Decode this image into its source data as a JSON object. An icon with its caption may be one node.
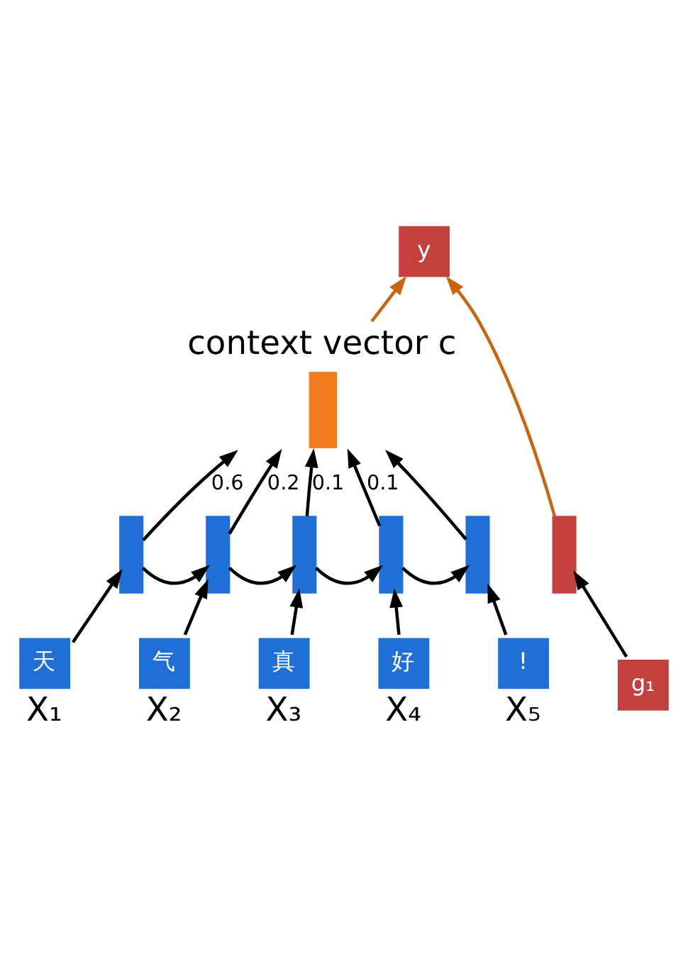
{
  "diagram": {
    "nodes": [
      {
        "text": [
          "context vector c"
        ]
      },
      {
        "text": [
          "y"
        ]
      },
      {
        "text": [],
        "shape": "bar"
      },
      {
        "text": [],
        "shape": "bar"
      },
      {
        "text": [],
        "shape": "bar"
      },
      {
        "text": [],
        "shape": "bar"
      },
      {
        "text": [],
        "shape": "bar"
      },
      {
        "text": [],
        "shape": "bar"
      },
      {
        "text": [
          "天"
        ],
        "beside": [
          "X₁"
        ]
      },
      {
        "text": [
          "气"
        ],
        "beside": [
          "X₂"
        ]
      },
      {
        "text": [
          "真"
        ],
        "beside": [
          "X₃"
        ]
      },
      {
        "text": [
          "好"
        ],
        "beside": [
          "X₄"
        ]
      },
      {
        "text": [
          "!"
        ],
        "beside": [
          "X₅"
        ]
      },
      {
        "text": [
          "g₁"
        ]
      }
    ],
    "edges": [
      {
        "from": 8,
        "to": 2,
        "arrow": "to"
      },
      {
        "from": 9,
        "to": 3,
        "arrow": "to"
      },
      {
        "from": 10,
        "to": 4,
        "arrow": "to"
      },
      {
        "from": 11,
        "to": 5,
        "arrow": "to"
      },
      {
        "from": 12,
        "to": 6,
        "arrow": "to"
      },
      {
        "from": 2,
        "to": 3,
        "arrow": "to"
      },
      {
        "from": 3,
        "to": 4,
        "arrow": "to"
      },
      {
        "from": 4,
        "to": 5,
        "arrow": "to"
      },
      {
        "from": 5,
        "to": 6,
        "arrow": "to"
      },
      {
        "from": 2,
        "to": 0,
        "arrow": "to",
        "label": "0.6"
      },
      {
        "from": 3,
        "to": 0,
        "arrow": "to",
        "label": "0.2"
      },
      {
        "from": 4,
        "to": 0,
        "arrow": "to",
        "label": "0.1"
      },
      {
        "from": 5,
        "to": 0,
        "arrow": "to",
        "label": "0.1"
      },
      {
        "from": 6,
        "to": 0,
        "arrow": "to"
      },
      {
        "from": 13,
        "to": 7,
        "arrow": "to"
      },
      {
        "from": 7,
        "to": 1,
        "arrow": "to",
        "color": "#c8650f"
      },
      {
        "from": 0,
        "to": 1,
        "arrow": "to",
        "color": "#c8650f"
      }
    ]
  }
}
